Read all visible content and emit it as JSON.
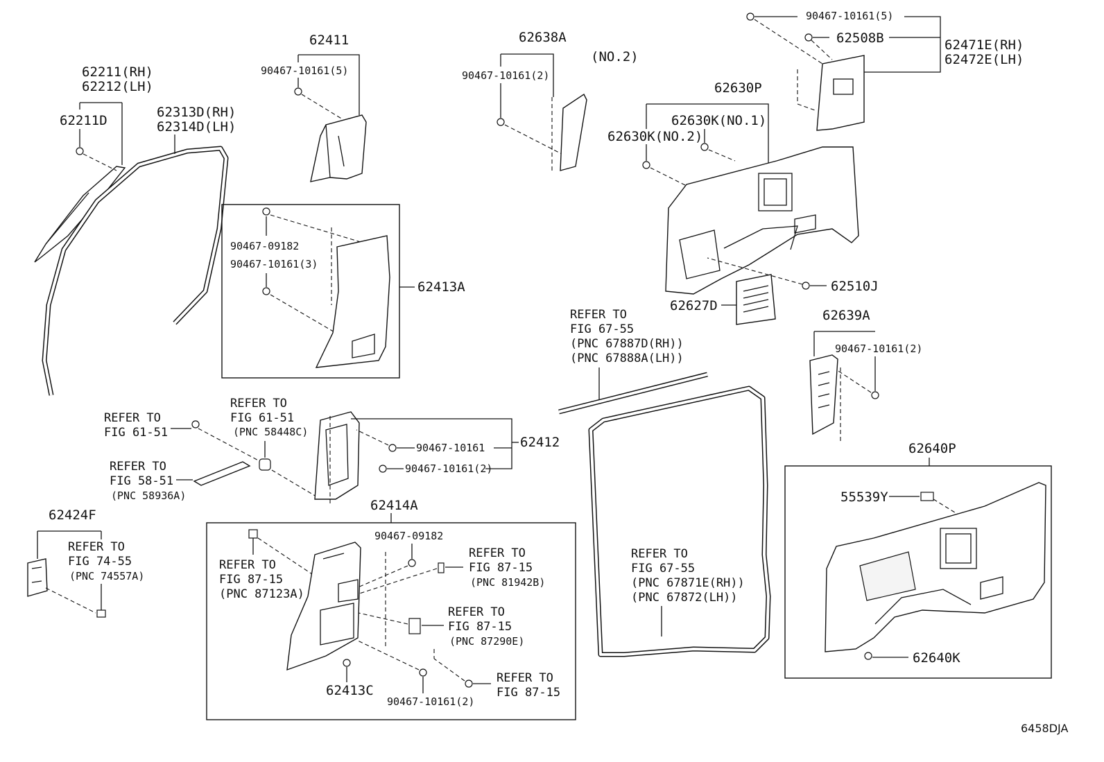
{
  "diagram_code": "6458DJA",
  "labels": {
    "p62211": "62211(RH)",
    "p62212": "62212(LH)",
    "p62211D": "62211D",
    "p62313D": "62313D(RH)",
    "p62314D": "62314D(LH)",
    "p62411": "62411",
    "p62411_bolt": "90467-10161(5)",
    "p62413A": "62413A",
    "p62413A_bolt1": "90467-09182",
    "p62413A_bolt2": "90467-10161(3)",
    "p62638A": "62638A",
    "p62638A_no2": "(NO.2)",
    "p62638A_bolt": "90467-10161(2)",
    "p62471_bolt": "90467-10161(5)",
    "p62508B": "62508B",
    "p62471E": "62471E(RH)",
    "p62472E": "62472E(LH)",
    "p62630P": "62630P",
    "p62630K1": "62630K(NO.1)",
    "p62630K2": "62630K(NO.2)",
    "p62510J": "62510J",
    "p62627D": "62627D",
    "p62639A": "62639A",
    "p62639A_bolt": "90467-10161(2)",
    "p62412": "62412",
    "p62412_bolt1": "90467-10161",
    "p62412_bolt2": "90467-10161(2)",
    "p62414A": "62414A",
    "p62414A_bolt1": "90467-09182",
    "p62414A_bolt2": "90467-10161(2)",
    "p62413C": "62413C",
    "p62424F": "62424F",
    "p62640P": "62640P",
    "p55539Y": "55539Y",
    "p62640K": "62640K"
  },
  "refs": {
    "fig6755a": [
      "REFER TO",
      "FIG 67-55",
      "(PNC 67887D(RH))",
      "(PNC 67888A(LH))"
    ],
    "fig6755b": [
      "REFER TO",
      "FIG 67-55",
      "(PNC 67871E(RH))",
      "(PNC 67872(LH))"
    ],
    "fig6151a": [
      "REFER TO",
      "FIG 61-51"
    ],
    "fig6151b": [
      "REFER TO",
      "FIG 61-51",
      "(PNC 58448C)"
    ],
    "fig5851": [
      "REFER TO",
      "FIG 58-51",
      "(PNC 58936A)"
    ],
    "fig7455": [
      "REFER TO",
      "FIG 74-55",
      "(PNC 74557A)"
    ],
    "fig8715a": [
      "REFER TO",
      "FIG 87-15",
      "(PNC 87123A)"
    ],
    "fig8715b": [
      "REFER TO",
      "FIG 87-15",
      "(PNC 81942B)"
    ],
    "fig8715c": [
      "REFER TO",
      "FIG 87-15",
      "(PNC 87290E)"
    ],
    "fig8715d": [
      "REFER TO",
      "FIG 87-15"
    ]
  }
}
